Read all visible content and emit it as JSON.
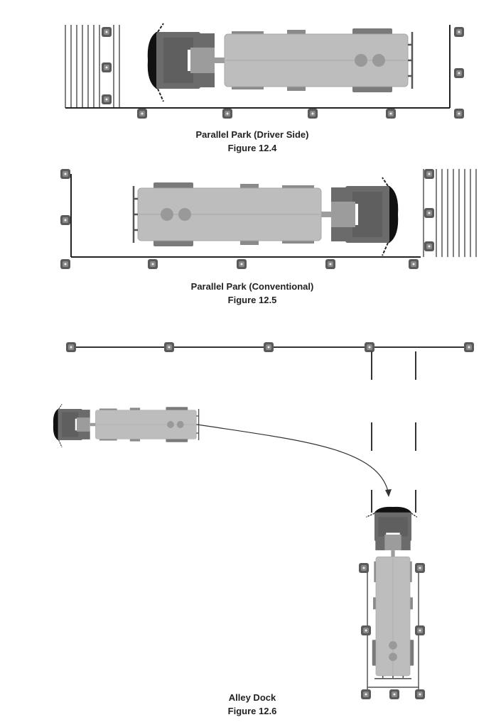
{
  "figures": [
    {
      "title": "Parallel Park (Driver Side)",
      "number": "Figure 12.4"
    },
    {
      "title": "Parallel Park (Conventional)",
      "number": "Figure 12.5"
    },
    {
      "title": "Alley Dock",
      "number": "Figure 12.6"
    }
  ],
  "colors": {
    "cab": "#6b6b6b",
    "trailer": "#bdbdbd",
    "cone": "#555555",
    "line": "#222222"
  }
}
